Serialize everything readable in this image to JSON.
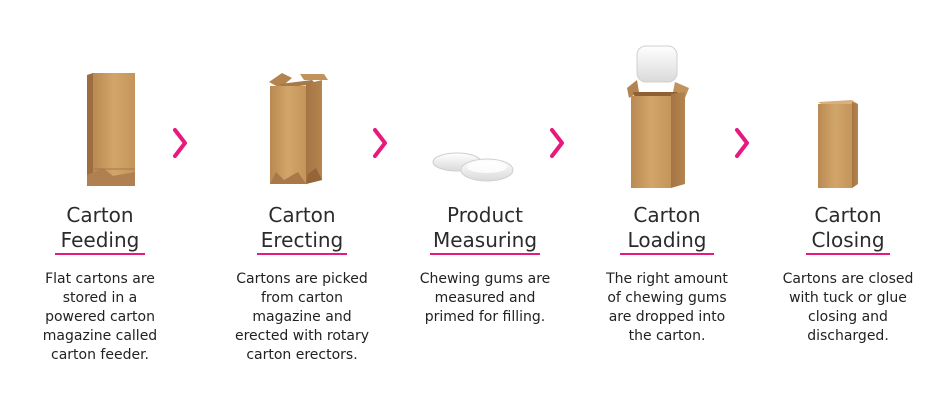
{
  "accent_color": "#e8197e",
  "carton_color": "#c99a5e",
  "steps": [
    {
      "title": [
        "Carton",
        "Feeding"
      ],
      "description": [
        "Flat cartons are",
        "stored in a",
        "powered carton",
        "magazine called",
        "carton feeder."
      ],
      "image": "flat-carton-icon"
    },
    {
      "title": [
        "Carton",
        "Erecting"
      ],
      "description": [
        "Cartons are picked",
        "from carton",
        "magazine and",
        "erected with rotary",
        "carton erectors."
      ],
      "image": "erected-carton-icon"
    },
    {
      "title": [
        "Product",
        "Measuring"
      ],
      "description": [
        "Chewing gums are",
        "measured and",
        "primed for filling."
      ],
      "image": "chewing-gum-icon"
    },
    {
      "title": [
        "Carton",
        "Loading"
      ],
      "description": [
        "The right amount",
        "of chewing gums",
        "are dropped into",
        "the carton."
      ],
      "image": "loading-carton-icon"
    },
    {
      "title": [
        "Carton",
        "Closing"
      ],
      "description": [
        "Cartons are closed",
        "with tuck or glue",
        "closing and",
        "discharged."
      ],
      "image": "closed-carton-icon"
    }
  ],
  "arrow_icon": "chevron-right-icon"
}
